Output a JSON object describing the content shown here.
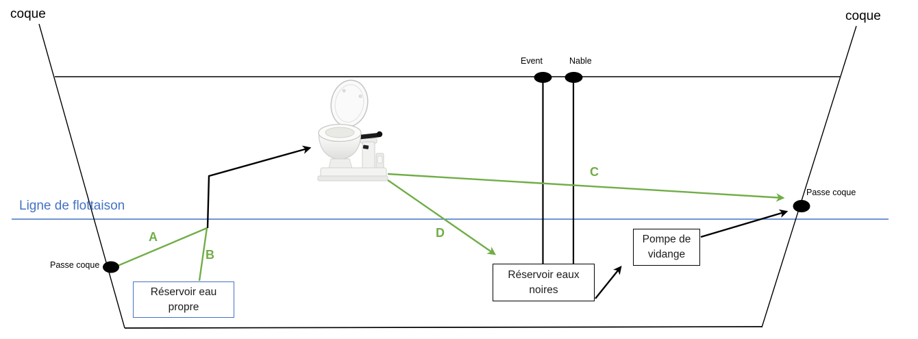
{
  "colors": {
    "line_green": "#70AD47",
    "water_blue": "#4472C4",
    "tank_box_blue": "#4472C4"
  },
  "labels": {
    "hull_left": "coque",
    "hull_right": "coque",
    "waterline": "Ligne de flottaison",
    "vent": "Event",
    "drain_plug": "Nable",
    "seacock_left": "Passe coque",
    "seacock_right": "Passe coque",
    "line_a": "A",
    "line_b": "B",
    "line_c": "C",
    "line_d": "D"
  },
  "boxes": {
    "fresh_water_tank": {
      "line1": "Réservoir eau",
      "line2": "propre"
    },
    "black_water_tank": {
      "line1": "Réservoir eaux",
      "line2": "noires"
    },
    "drain_pump": {
      "line1": "Pompe de",
      "line2": "vidange"
    }
  },
  "icons": {
    "toilet_illustration": "manual-marine-toilet",
    "hull_fittings": "black-ellipse-through-hull"
  }
}
